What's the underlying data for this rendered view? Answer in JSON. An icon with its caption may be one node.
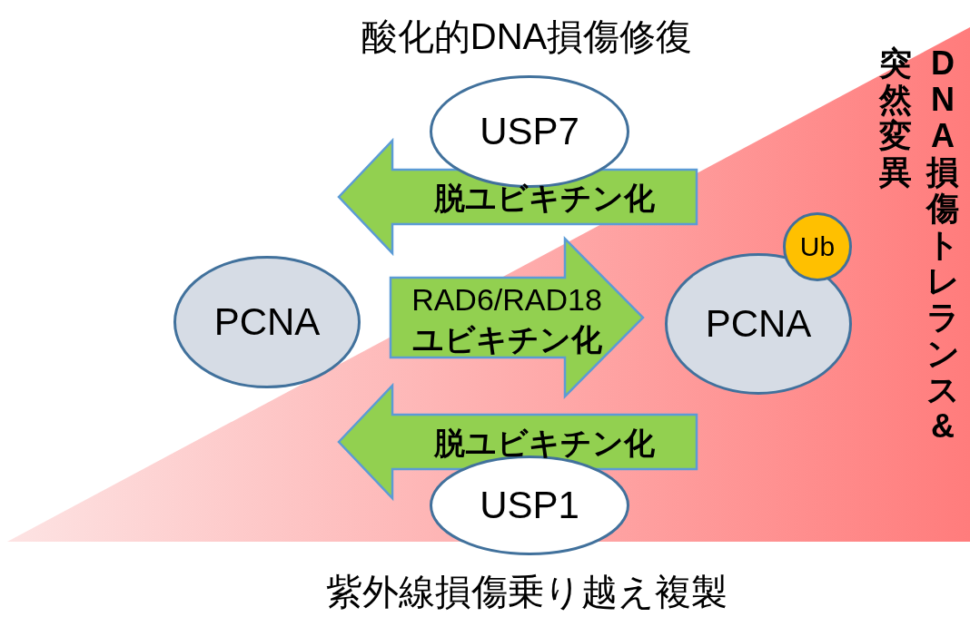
{
  "diagram": {
    "title": "酸化的DNA損傷修復",
    "nodes": [
      {
        "text": [
          "USP7"
        ]
      },
      {
        "text": [
          "Ub"
        ]
      },
      {
        "text": [
          "PCNA"
        ]
      },
      {
        "text": [
          "PCNA"
        ]
      },
      {
        "text": [
          "USP1"
        ]
      }
    ],
    "edges": [
      {
        "from": 3,
        "to": 2,
        "arrow": "to",
        "label": "脱ユビキチン化"
      },
      {
        "from": 2,
        "to": 3,
        "arrow": "to",
        "label": "RAD6/RAD18 **ユビキチン化**"
      },
      {
        "from": 3,
        "to": 2,
        "arrow": "to",
        "label": "脱ユビキチン化"
      }
    ],
    "labels": [
      "DNA損傷トレランス & 突然変異",
      "紫外線損傷乗り越え複製"
    ]
  }
}
